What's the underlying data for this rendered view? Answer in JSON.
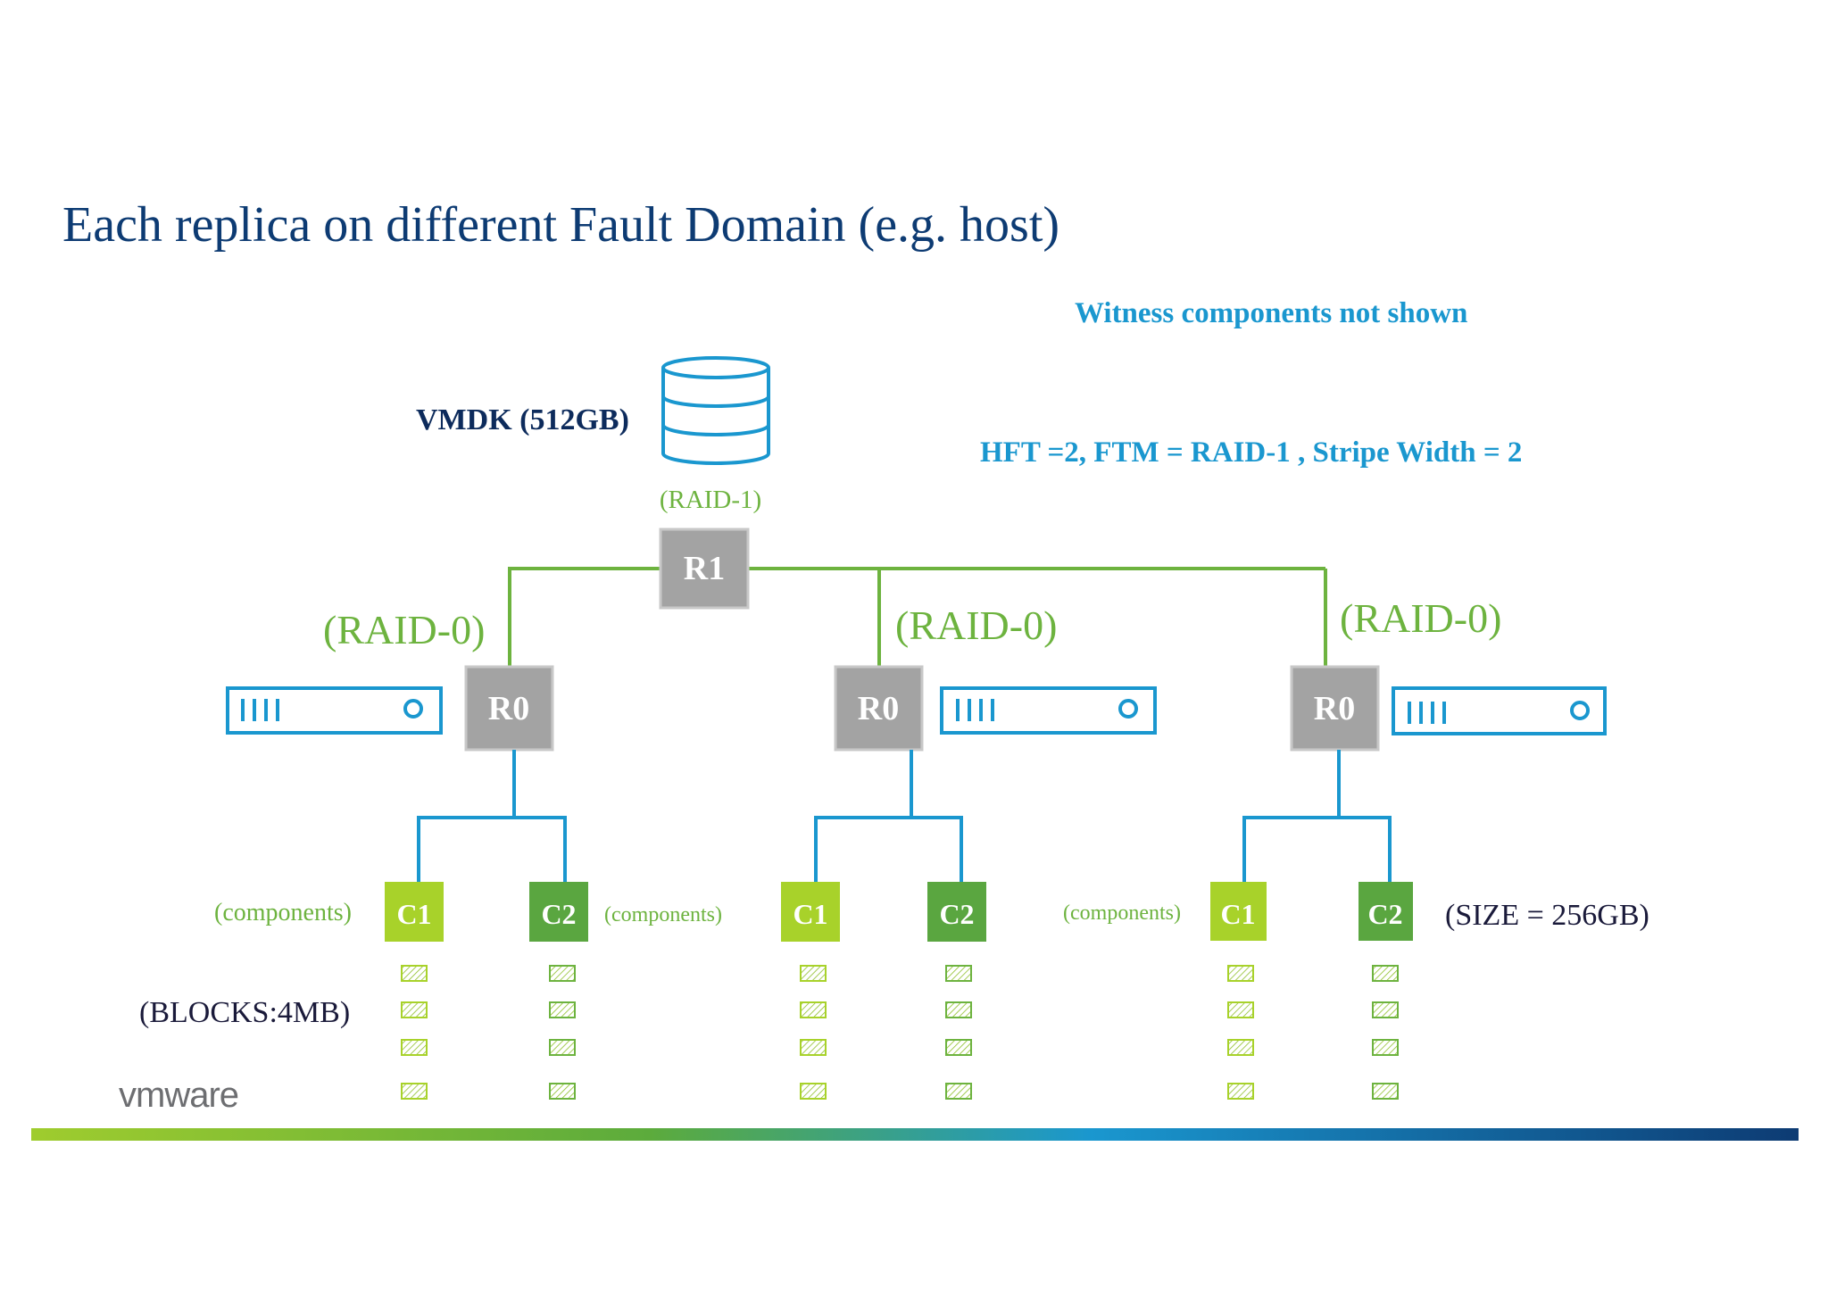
{
  "slide": {
    "title": "Each replica on different Fault Domain (e.g. host)",
    "note": "Witness components not shown",
    "params": "HFT =2,  FTM = RAID-1 , Stripe Width = 2",
    "logo": "vmware"
  },
  "colors": {
    "title": "#0d3b73",
    "accent_blue": "#1a97cf",
    "raid_green": "#6db33f",
    "node_gray": "#a3a3a3",
    "c1_green": "#a8d22a",
    "c2_green": "#5aa640"
  },
  "vmdk": {
    "label": "VMDK (512GB)",
    "icon": "database-icon"
  },
  "root": {
    "raid_label": "(RAID-1)",
    "node_label": "R1"
  },
  "replicas": [
    {
      "raid_label": "(RAID-0)",
      "node_label": "R0",
      "host_icon": "server-icon",
      "components_label": "(components)",
      "components": [
        {
          "label": "C1"
        },
        {
          "label": "C2"
        }
      ]
    },
    {
      "raid_label": "(RAID-0)",
      "node_label": "R0",
      "host_icon": "server-icon",
      "components_label": "(components)",
      "components": [
        {
          "label": "C1"
        },
        {
          "label": "C2"
        }
      ]
    },
    {
      "raid_label": "(RAID-0)",
      "node_label": "R0",
      "host_icon": "server-icon",
      "components_label": "(components)",
      "components": [
        {
          "label": "C1"
        },
        {
          "label": "C2"
        }
      ]
    }
  ],
  "size_label": "(SIZE = 256GB)",
  "blocks_label": "(BLOCKS:4MB)",
  "blocks_per_component": 4
}
